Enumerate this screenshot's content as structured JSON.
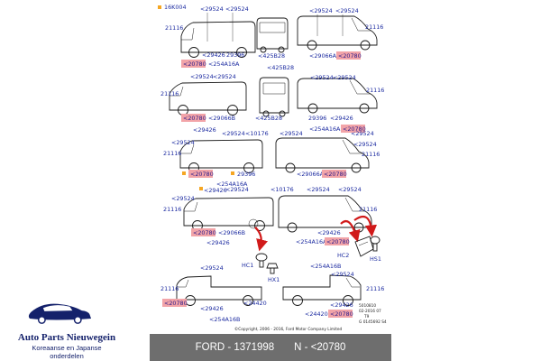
{
  "legend": {
    "marker_color": "#f5a623",
    "code": "16K004"
  },
  "highlight_part": "<20780",
  "labels": {
    "p29524": "<29524",
    "p21116": "21116",
    "p29426": "<29426",
    "p29396": "29396",
    "p254A16A": "<254A16A",
    "p425B28": "<425B28",
    "p29066A": "<29066A",
    "p29066B": "<29066B",
    "p10176": "<10176",
    "p254A16B": "<254A16B",
    "p24420": "<24420",
    "hc1": "HC1",
    "hx1": "HX1",
    "hc2": "HC2",
    "hs1": "HS1"
  },
  "copyright": "©Copyright, 2006 - 2016, Ford Motor Company Limited",
  "doc_codes": [
    "5010810",
    "02-2016 07",
    "T9",
    "G 0145692 S4"
  ],
  "footer": {
    "brand_part": "FORD - 1371998",
    "note": "N - <20780"
  },
  "logo": {
    "name": "Auto Parts Nieuwegein",
    "sub1": "Koreaanse en Japanse",
    "sub2": "onderdelen",
    "color": "#14216b"
  },
  "colors": {
    "highlight": "#f2a4a8",
    "arrow": "#d11a1a",
    "label": "#1b2aa0",
    "footer_bg": "#6e6e6e"
  }
}
